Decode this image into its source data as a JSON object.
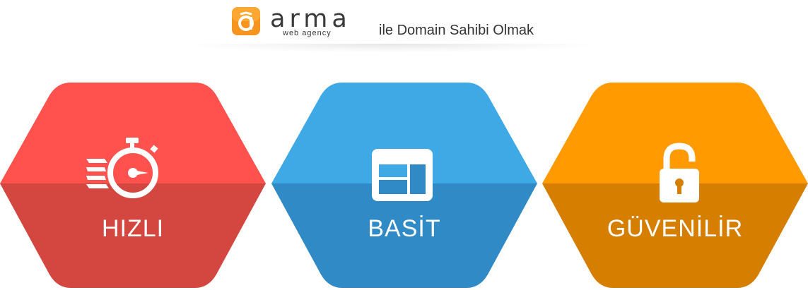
{
  "header": {
    "brand_name": "arma",
    "brand_sub": "web agency",
    "tagline": "ile Domain Sahibi Olmak"
  },
  "features": [
    {
      "label": "HIZLI",
      "icon": "stopwatch-icon"
    },
    {
      "label": "BASİT",
      "icon": "layout-icon"
    },
    {
      "label": "GÜVENİLİR",
      "icon": "unlock-icon"
    }
  ],
  "colors": {
    "red_top": "#ff524f",
    "red_bottom": "#d44740",
    "blue_top": "#3fa9e6",
    "blue_bottom": "#2f8ac6",
    "orange_top": "#ff9a00",
    "orange_bottom": "#d67e00",
    "logo_orange": "#f7941d"
  }
}
